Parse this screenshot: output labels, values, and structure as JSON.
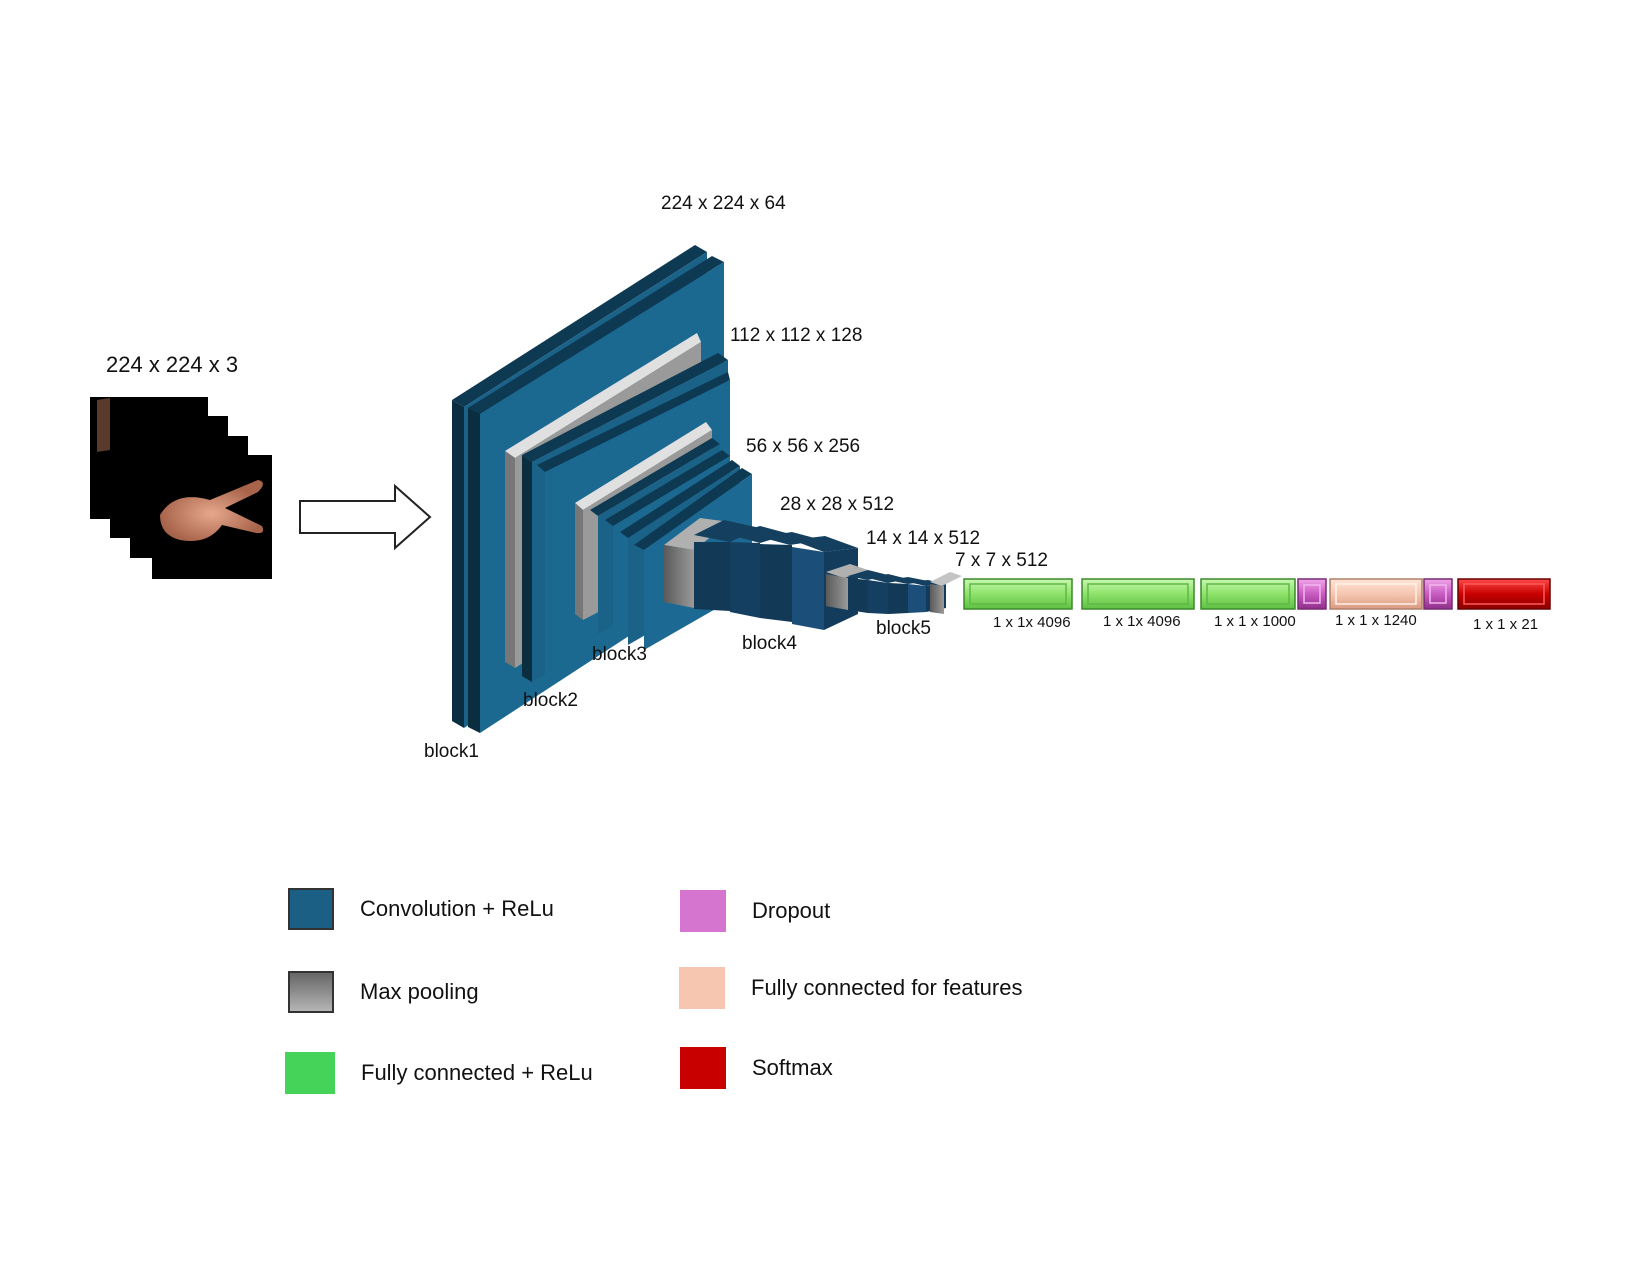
{
  "input": {
    "label": "224 x 224 x 3"
  },
  "blocks": [
    {
      "name": "block1",
      "dims": "224 x 224 x 64"
    },
    {
      "name": "block2",
      "dims": "112 x 112 x 128"
    },
    {
      "name": "block3",
      "dims": "56 x 56 x 256"
    },
    {
      "name": "block4",
      "dims": "28 x 28 x 512"
    },
    {
      "name": "block5",
      "dims": "14 x 14 x 512"
    }
  ],
  "pool_output": "7 x 7 x 512",
  "dense_layers": [
    {
      "dims": "1 x 1x 4096"
    },
    {
      "dims": "1 x 1x 4096"
    },
    {
      "dims": "1 x 1 x 1000"
    },
    {
      "dims": "1 x 1 x 1240"
    },
    {
      "dims": "1 x 1 x 21"
    }
  ],
  "legend": [
    {
      "label": "Convolution + ReLu",
      "color": "#1b5f84"
    },
    {
      "label": "Max pooling",
      "color": "#8a8a8a"
    },
    {
      "label": "Fully connected + ReLu",
      "color": "#45d35a"
    },
    {
      "label": "Dropout",
      "color": "#d675d0"
    },
    {
      "label": "Fully connected for features",
      "color": "#f6c6b0"
    },
    {
      "label": "Softmax",
      "color": "#c80000"
    }
  ]
}
